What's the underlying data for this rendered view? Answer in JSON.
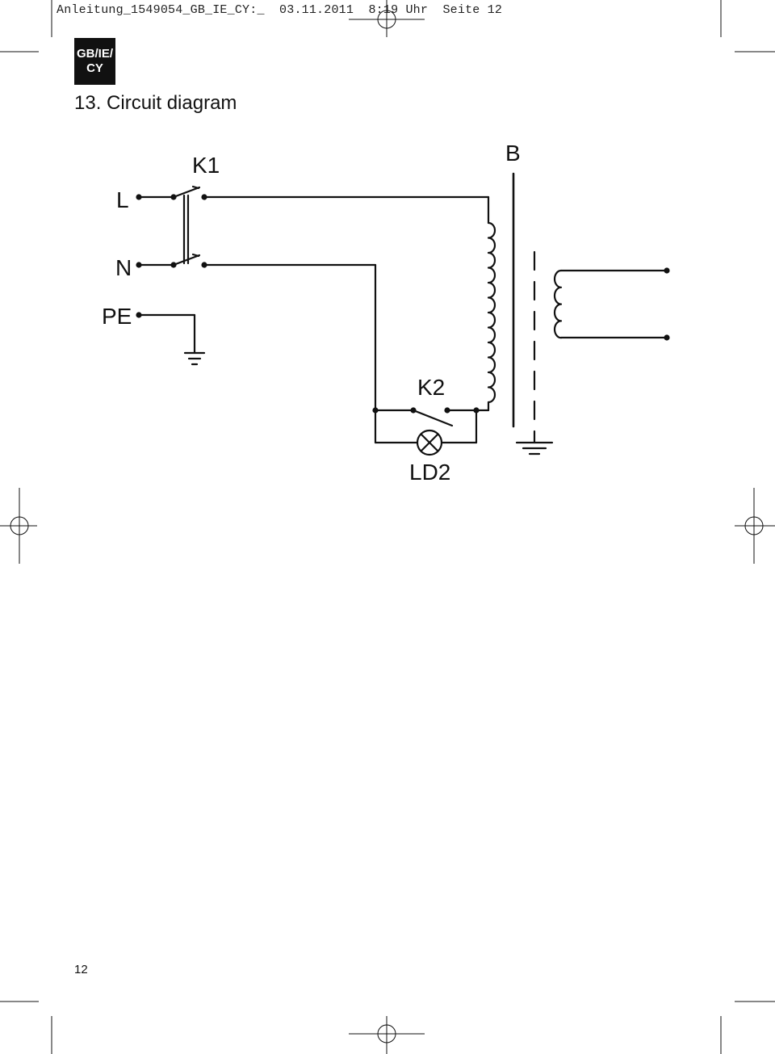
{
  "header": {
    "print_line": "Anleitung_1549054_GB_IE_CY:_  03.11.2011  8:19 Uhr  Seite 12"
  },
  "badge": {
    "line1": "GB/IE/",
    "line2": "CY"
  },
  "title": "13. Circuit diagram",
  "diagram": {
    "labels": {
      "L": "L",
      "N": "N",
      "PE": "PE",
      "K1": "K1",
      "K2": "K2",
      "B": "B",
      "LD2": "LD2"
    }
  },
  "footer": {
    "page_number": "12"
  },
  "colors": {
    "ink": "#111111",
    "background": "#ffffff",
    "badge_background": "#111111",
    "badge_text": "#ffffff"
  }
}
